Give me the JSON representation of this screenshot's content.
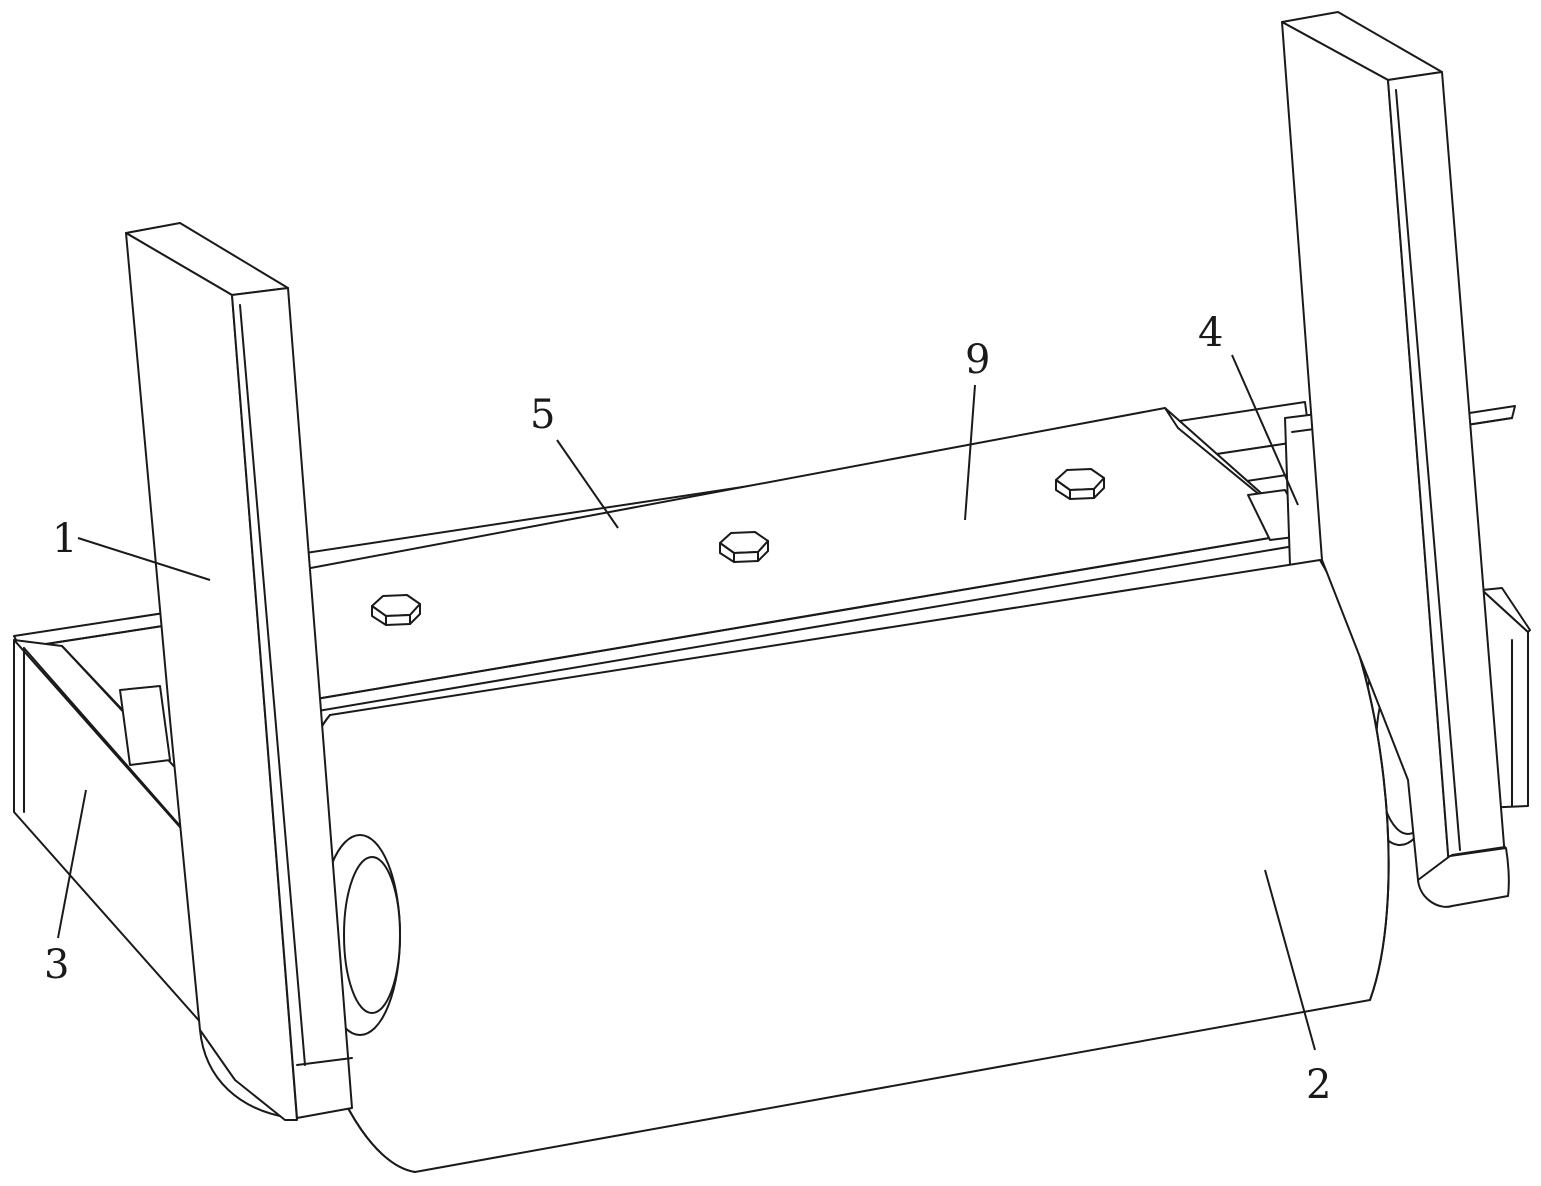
{
  "labels": {
    "l1": "1",
    "l2": "2",
    "l3": "3",
    "l4": "4",
    "l5": "5",
    "l9": "9"
  }
}
